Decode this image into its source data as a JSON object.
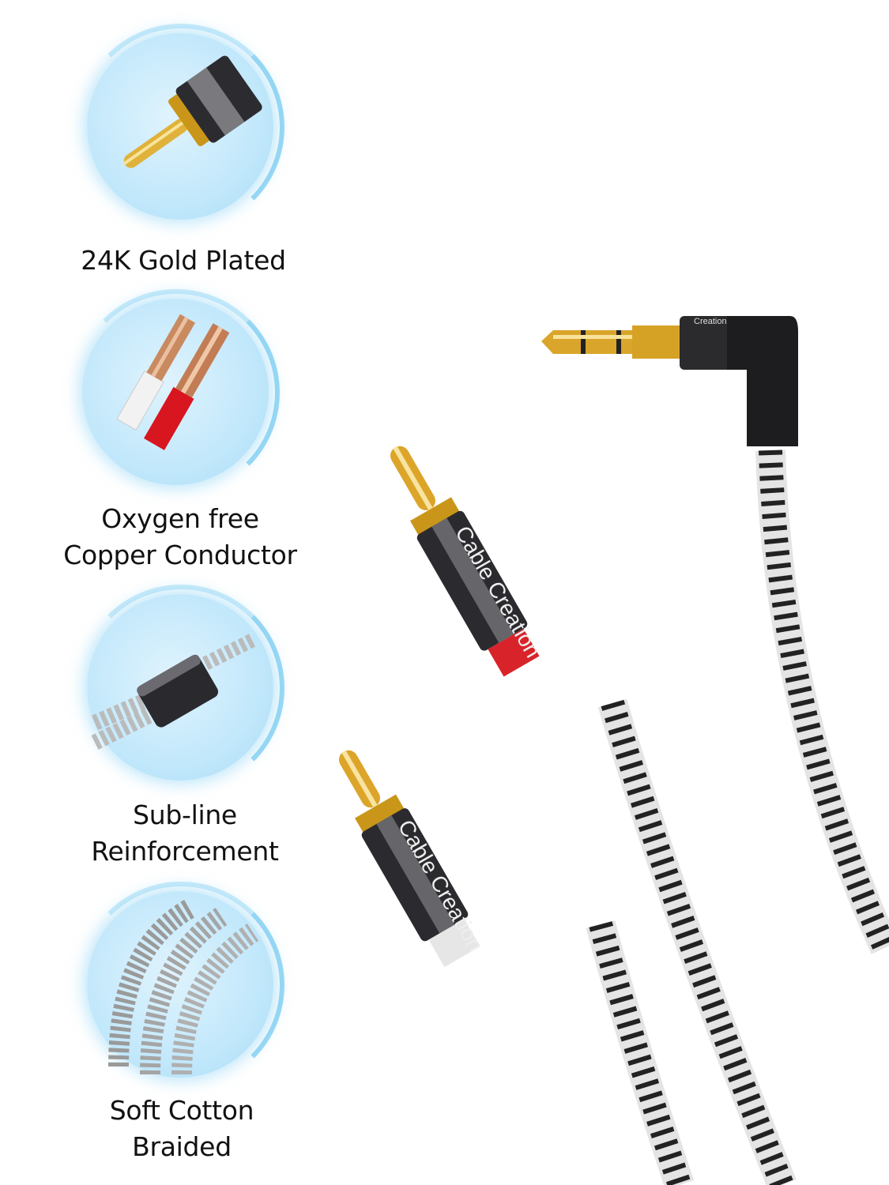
{
  "features": [
    {
      "lines": [
        "24K Gold Plated"
      ],
      "icon": "gold-plug-icon"
    },
    {
      "lines": [
        "Oxygen free",
        "Copper Conductor"
      ],
      "icon": "copper-wire-icon"
    },
    {
      "lines": [
        "Sub-line",
        "Reinforcement"
      ],
      "icon": "reinforced-joint-icon"
    },
    {
      "lines": [
        "Soft Cotton",
        "Braided"
      ],
      "icon": "braided-cable-icon"
    }
  ],
  "product": {
    "brand_logo_text": "Cable Creation",
    "aux_logo_text": "Creation",
    "colors": {
      "gold": "#d4a21c",
      "connector": "#2b2b2e",
      "red_ring": "#d9232a",
      "white_ring": "#e6e6e6",
      "circle": "#c2e8fb"
    }
  }
}
